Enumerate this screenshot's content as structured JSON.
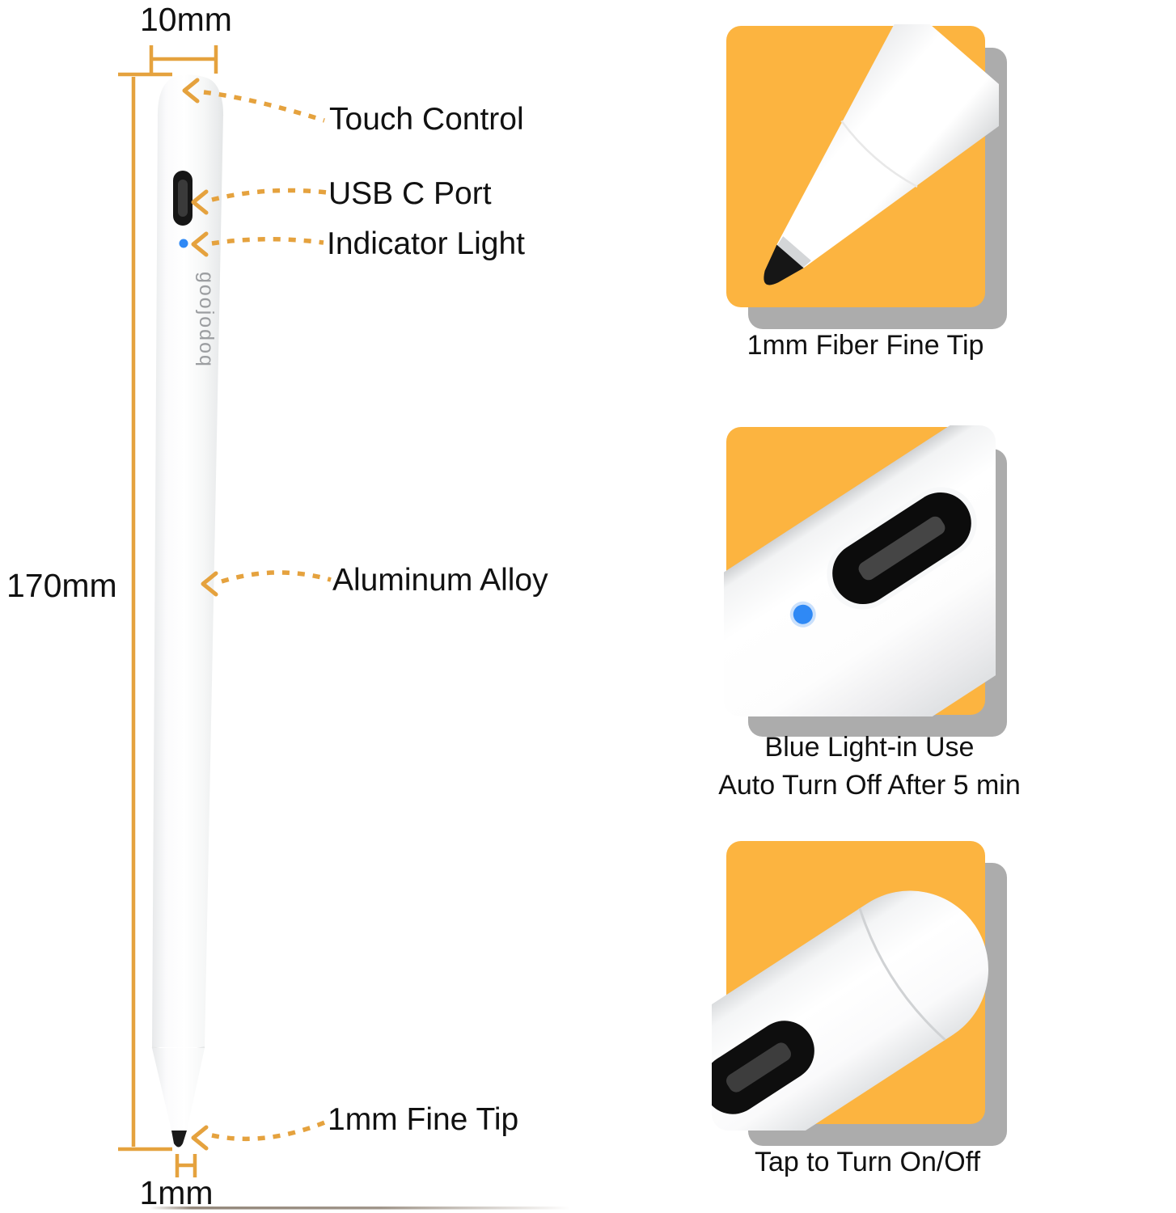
{
  "product": {
    "brand": "goojodoq"
  },
  "dimensions": {
    "width_label": "10mm",
    "length_label": "170mm",
    "tip_label": "1mm"
  },
  "callouts": {
    "touch_control": "Touch Control",
    "usb_c_port": "USB C Port",
    "indicator_light": "Indicator Light",
    "aluminum_alloy": "Aluminum Alloy",
    "fine_tip": "1mm Fine Tip"
  },
  "panels": [
    {
      "caption": "1mm Fiber Fine Tip"
    },
    {
      "caption_line1": "Blue Light-in Use",
      "caption_line2": "Auto Turn Off After 5 min"
    },
    {
      "caption": "Tap to Turn On/Off"
    }
  ],
  "colors": {
    "panel_orange": "#FCB440",
    "annotation_orange": "#E5A23E",
    "indicator_blue": "#2F89F5",
    "shadow_gray": "#ACACAC",
    "text_dark": "#111111"
  }
}
